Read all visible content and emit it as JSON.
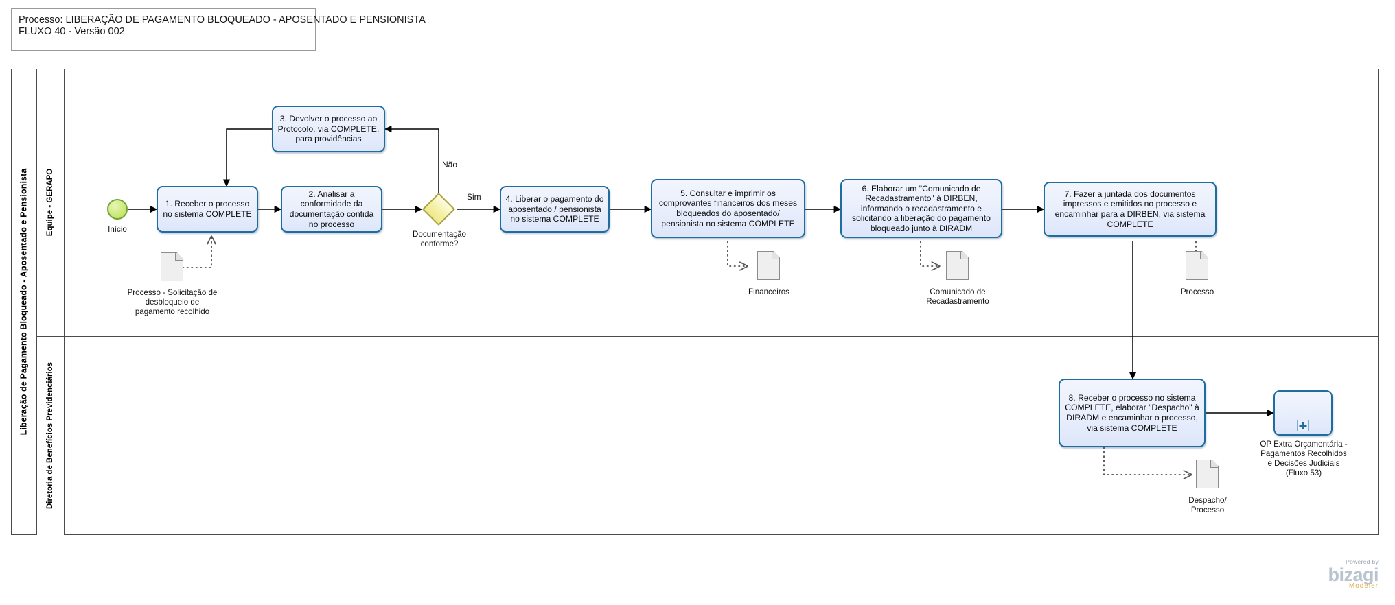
{
  "header": {
    "line1": "Processo: LIBERAÇÃO DE PAGAMENTO BLOQUEADO - APOSENTADO E PENSIONISTA",
    "line2": "FLUXO 40 - Versão 002"
  },
  "pool": {
    "label": "Liberação de Pagamento Bloqueado - Aposentado e Pensionista",
    "lanes": [
      {
        "label": "Equipe - GERAPO"
      },
      {
        "label": "Diretoria de Benefícios Previdenciários"
      }
    ]
  },
  "events": {
    "start": {
      "label": "Início",
      "icon": "start-event-circle"
    }
  },
  "gateway": {
    "label": "Documentação conforme?",
    "icon": "exclusive-gateway-diamond",
    "outcomes": {
      "yes": "Sim",
      "no": "Não"
    }
  },
  "tasks": [
    {
      "id": "t1",
      "label": "1. Receber o processo no sistema COMPLETE"
    },
    {
      "id": "t2",
      "label": "2. Analisar a conformidade da documentação contida no processo"
    },
    {
      "id": "t3",
      "label": "3. Devolver o processo ao Protocolo, via COMPLETE, para providências"
    },
    {
      "id": "t4",
      "label": "4. Liberar o pagamento do aposentado / pensionista no sistema COMPLETE"
    },
    {
      "id": "t5",
      "label": "5. Consultar e imprimir os comprovantes financeiros dos meses bloqueados do aposentado/ pensionista no sistema COMPLETE"
    },
    {
      "id": "t6",
      "label": "6. Elaborar um \"Comunicado de Recadastramento\" à DIRBEN, informando o recadastramento e solicitando a liberação do pagamento bloqueado junto à DIRADM"
    },
    {
      "id": "t7",
      "label": "7. Fazer a juntada dos documentos impressos e emitidos no processo e encaminhar para a DIRBEN, via sistema COMPLETE"
    },
    {
      "id": "t8",
      "label": "8. Receber o processo no sistema COMPLETE, elaborar \"Despacho\" à DIRADM e encaminhar o processo, via sistema COMPLETE"
    }
  ],
  "subprocess": {
    "label": "OP Extra Orçamentária - Pagamentos Recolhidos e Decisões Judiciais (Fluxo 53)",
    "icon": "subprocess-plus-icon"
  },
  "data_objects": [
    {
      "id": "d1",
      "label": "Processo - Solicitação de desbloqueio de pagamento recolhido"
    },
    {
      "id": "d2",
      "label": "Financeiros"
    },
    {
      "id": "d3",
      "label": "Comunicado de Recadastramento"
    },
    {
      "id": "d4",
      "label": "Processo"
    },
    {
      "id": "d5",
      "label": "Despacho/ Processo"
    }
  ],
  "branding": {
    "powered": "Powered by",
    "name": "bizagi",
    "product": "Modeler"
  },
  "colors": {
    "task_border": "#1f6c9e",
    "task_fill": "#e8eefc",
    "gateway_fill": "#f6f0a8",
    "gateway_border": "#a8a13c",
    "start_fill": "#cdea7c",
    "start_border": "#73a23a",
    "pool_border": "#4b4b4b",
    "data_fill": "#efefef"
  }
}
